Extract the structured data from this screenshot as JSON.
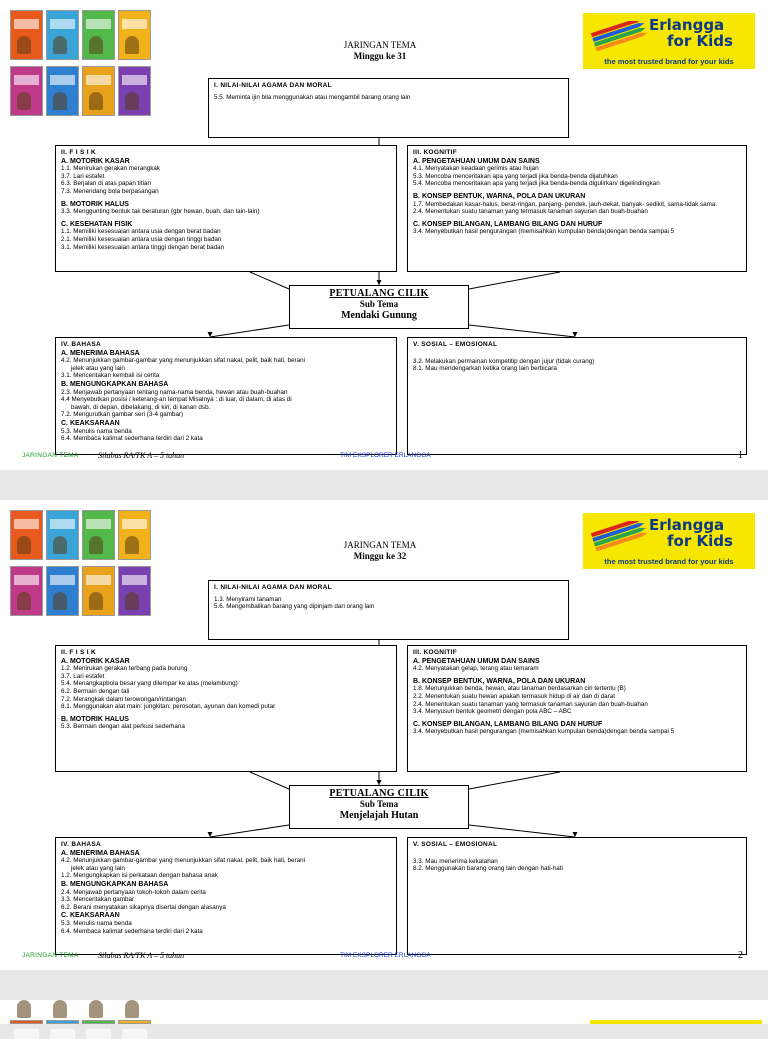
{
  "brand": {
    "name_line1": "Erlangga",
    "name_line2": "for Kids",
    "tagline": "the most trusted brand for your kids",
    "bg_color": "#f7e600",
    "text_color": "#0b3a8a"
  },
  "cover_colors": [
    "#e85a1c",
    "#3aa3d8",
    "#52b84a",
    "#f2b21c",
    "#c03a8a",
    "#2f7fd1",
    "#e8a21c",
    "#7a3fb0"
  ],
  "footer": {
    "left": "JARINGAN TEMA",
    "middle": "TIM EKSPLORER ERLANGGA"
  },
  "pages": [
    {
      "title": "JARINGAN TEMA",
      "week": "Minggu ke 31",
      "moral": {
        "heading": "I. NILAI-NILAI AGAMA DAN MORAL",
        "items": [
          "5.5. Meminta ijin bila menggunakan atau mengambil barang orang lain"
        ]
      },
      "fisik": {
        "heading": "II. F I S I K",
        "sections": [
          {
            "title": "A. MOTORIK KASAR",
            "items": [
              "1.1. Menirukan gerakan merangkak",
              "3.7. Lari estafet",
              "6.3. Berjalan di atas papan titian",
              "7.3. Menendang bola berpasangan"
            ]
          },
          {
            "title": "B. MOTORIK HALUS",
            "items": [
              "3.3. Menggunting bentuk tak beraturan (gbr hewan, buah, dan lain-lain)"
            ]
          },
          {
            "title": "C. KESEHATAN FISIK",
            "items": [
              "1.1.  Memiliki kesesuaian antara usia dengan berat badan",
              "2.1. Memiliki kesesuaian antara usia dengan tinggi badan",
              "3.1. Memiliki kesesuaian antara tinggi dengan berat badan"
            ]
          }
        ]
      },
      "kognitif": {
        "heading": "III. KOGNITIF",
        "sections": [
          {
            "title": "A. PENGETAHUAN UMUM DAN SAINS",
            "items": [
              "4.1. Menyatakan keadaan gerimis atau hujan",
              "5.3. Mencoba menceritakan apa yang terjadi jika benda-benda dijatuhkan",
              "5.4. Mencoba menceritakan apa yang terjadi jika benda-benda digulirkan/ digelindingkan"
            ]
          },
          {
            "title": "B. KONSEP BENTUK, WARNA, POLA DAN UKURAN",
            "items": [
              "1.7. Membedakan kasar-halus, berat-ringan, panjang- pendek, jauh-dekat, banyak- sedikit, sama-tidak sama.",
              "2.4. Menentukan suatu tanaman yang termasuk tanaman sayuran dan buah-buahan"
            ]
          },
          {
            "title": "C. KONSEP BILANGAN, LAMBANG BILANG DAN HURUF",
            "items": [
              "3.4. Menyebutkan hasil pengurangan  (memisahkan kumpulan benda)dengan benda sampai 5"
            ]
          }
        ]
      },
      "center": {
        "title": "PETUALANG CILIK",
        "sub": "Sub Tema",
        "subtheme": "Mendaki Gunung"
      },
      "bahasa": {
        "heading": "IV. BAHASA",
        "sections": [
          {
            "title": "A. MENERIMA BAHASA",
            "items": [
              "4.2. Menunjukkan gambar-gambar yang menunjukkan sifat nakal, pelit, baik hati, berani",
              "jelek atau yang lain",
              "3.1. Menceritakan kembali isi cerita"
            ]
          },
          {
            "title": "B. MENGUNGKAPKAN BAHASA",
            "items": [
              "2.3. Menjawab pertanyaan tentang nama-nama benda, hewan atau buah-buahan",
              "4.4 Menyebutkan posisi / keterang-an tempat Misalnya : di luar, di dalam, di atas di",
              "bawah, di depan, dibelakang, di kiri, di kanan dsb.",
              "7.2. Mengurutkan gambar seri (3-4 gambar)"
            ]
          },
          {
            "title": "C. KEAKSARAAN",
            "items": [
              "5.3. Menulis nama benda",
              "6.4. Membaca kalimat sederhana terdiri dari 2 kata"
            ]
          }
        ]
      },
      "sosial": {
        "heading": "V. SOSIAL – EMOSIONAL",
        "items": [
          "3.2. Melakukan permainan kompetitip dengan jujur (tidak curang)",
          "8.1. Mau mendengarkan ketika orang lain berbicara"
        ]
      },
      "footer_sub": "Silabus RA/TK A – 5 tahun",
      "page_number": "1"
    },
    {
      "title": "JARINGAN TEMA",
      "week": "Minggu ke 32",
      "moral": {
        "heading": "I. NILAI-NILAI AGAMA DAN MORAL",
        "items": [
          "1.3. Menyirami tanaman",
          "5.6. Mengembalikan barang yang dipinjam dari orang lain"
        ]
      },
      "fisik": {
        "heading": "II. F I S I K",
        "sections": [
          {
            "title": "A. MOTORIK KASAR",
            "items": [
              "1.2. Menirukan gerakan terbang pada burung",
              "3.7. Lari estafet",
              "5.4. Menangkapbola besar yang dilempar ke atas (melambung)",
              "6.2. Bermain dengan tali",
              "7.2. Merangkak dalam terowongan/rintangan",
              "8.1. Menggunakan alat main: jungkitan, perosotan, ayunan dan komedi putar"
            ]
          },
          {
            "title": "B. MOTORIK HALUS",
            "items": [
              "5.3. Bermain dengan alat perkusi sederhana"
            ]
          }
        ]
      },
      "kognitif": {
        "heading": "III. KOGNITIF",
        "sections": [
          {
            "title": "A. PENGETAHUAN UMUM DAN SAINS",
            "items": [
              "4.2. Menyatakan gelap, terang atau temaram"
            ]
          },
          {
            "title": "B. KONSEP BENTUK, WARNA, POLA DAN UKURAN",
            "items": [
              "1.8. Menunjukkan benda, hewan, atau tanaman berdasarkan ciri tertentu (B)",
              "2.2. Menentukan suatu hewan apakah termasuk hidup di air dan di darat",
              "2.4. Menentukan suatu tanaman yang termasuk tanaman sayuran dan buah-buahan",
              "3.4. Menyusun bentuk geometri dengan pola ABC – ABC"
            ]
          },
          {
            "title": "C. KONSEP BILANGAN, LAMBANG BILANG DAN HURUF",
            "items": [
              "3.4. Menyebutkan hasil pengurangan  (memisahkan kumpulan benda)dengan benda sampai 5"
            ]
          }
        ]
      },
      "center": {
        "title": "PETUALANG CILIK",
        "sub": "Sub Tema",
        "subtheme": "Menjelajah Hutan"
      },
      "bahasa": {
        "heading": "IV. BAHASA",
        "sections": [
          {
            "title": "A. MENERIMA BAHASA",
            "items": [
              "4.2. Menunjukkan gambar-gambar yang menunjukkan sifat nakal, pelit, baik hati, berani",
              "jelek atau yang lain",
              "1.2. Mengungkapkan isi perkataan dengan bahasa anak"
            ]
          },
          {
            "title": "B. MENGUNGKAPKAN BAHASA",
            "items": [
              "2.4. Menjawab pertanyaan tokoh-tokoh dalam cerita",
              "3.3. Menceritakan gambar",
              "6.2. Berani menyatakan sikapnya disertai dengan alasanya"
            ]
          },
          {
            "title": "C. KEAKSARAAN",
            "items": [
              "5.3. Menulis nama benda",
              "6.4. Membaca kalimat sederhana terdiri dari 2 kata"
            ]
          }
        ]
      },
      "sosial": {
        "heading": "V. SOSIAL – EMOSIONAL",
        "items": [
          "3.3. Mau menerima kekalahan",
          "8.2. Menggunakan barang orang lain dengan hati-hati"
        ]
      },
      "footer_sub": "Silabus RA/TK A – 5 tahun",
      "page_number": "2"
    }
  ]
}
